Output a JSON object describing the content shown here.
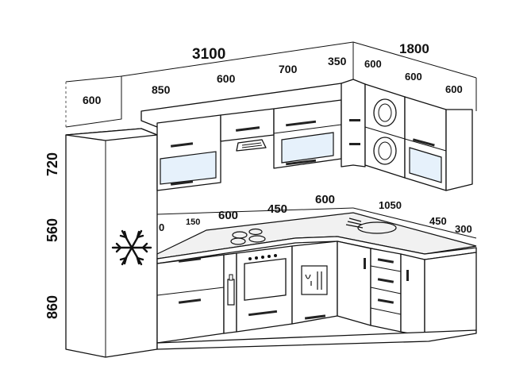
{
  "dimensions": {
    "total_width": "3100",
    "side_width": "1800",
    "fridge_depth": "600",
    "wall_850": "850",
    "wall_600": "600",
    "wall_700": "700",
    "wall_350": "350",
    "side_600_a": "600",
    "side_600_b": "600",
    "side_600_c": "600",
    "height_upper": "720",
    "height_gap": "560",
    "height_base": "860",
    "base_0": "0",
    "base_150": "150",
    "base_600": "600",
    "base_450": "450",
    "base_600b": "600",
    "base_1050": "1050",
    "base_450b": "450",
    "base_300": "300"
  }
}
